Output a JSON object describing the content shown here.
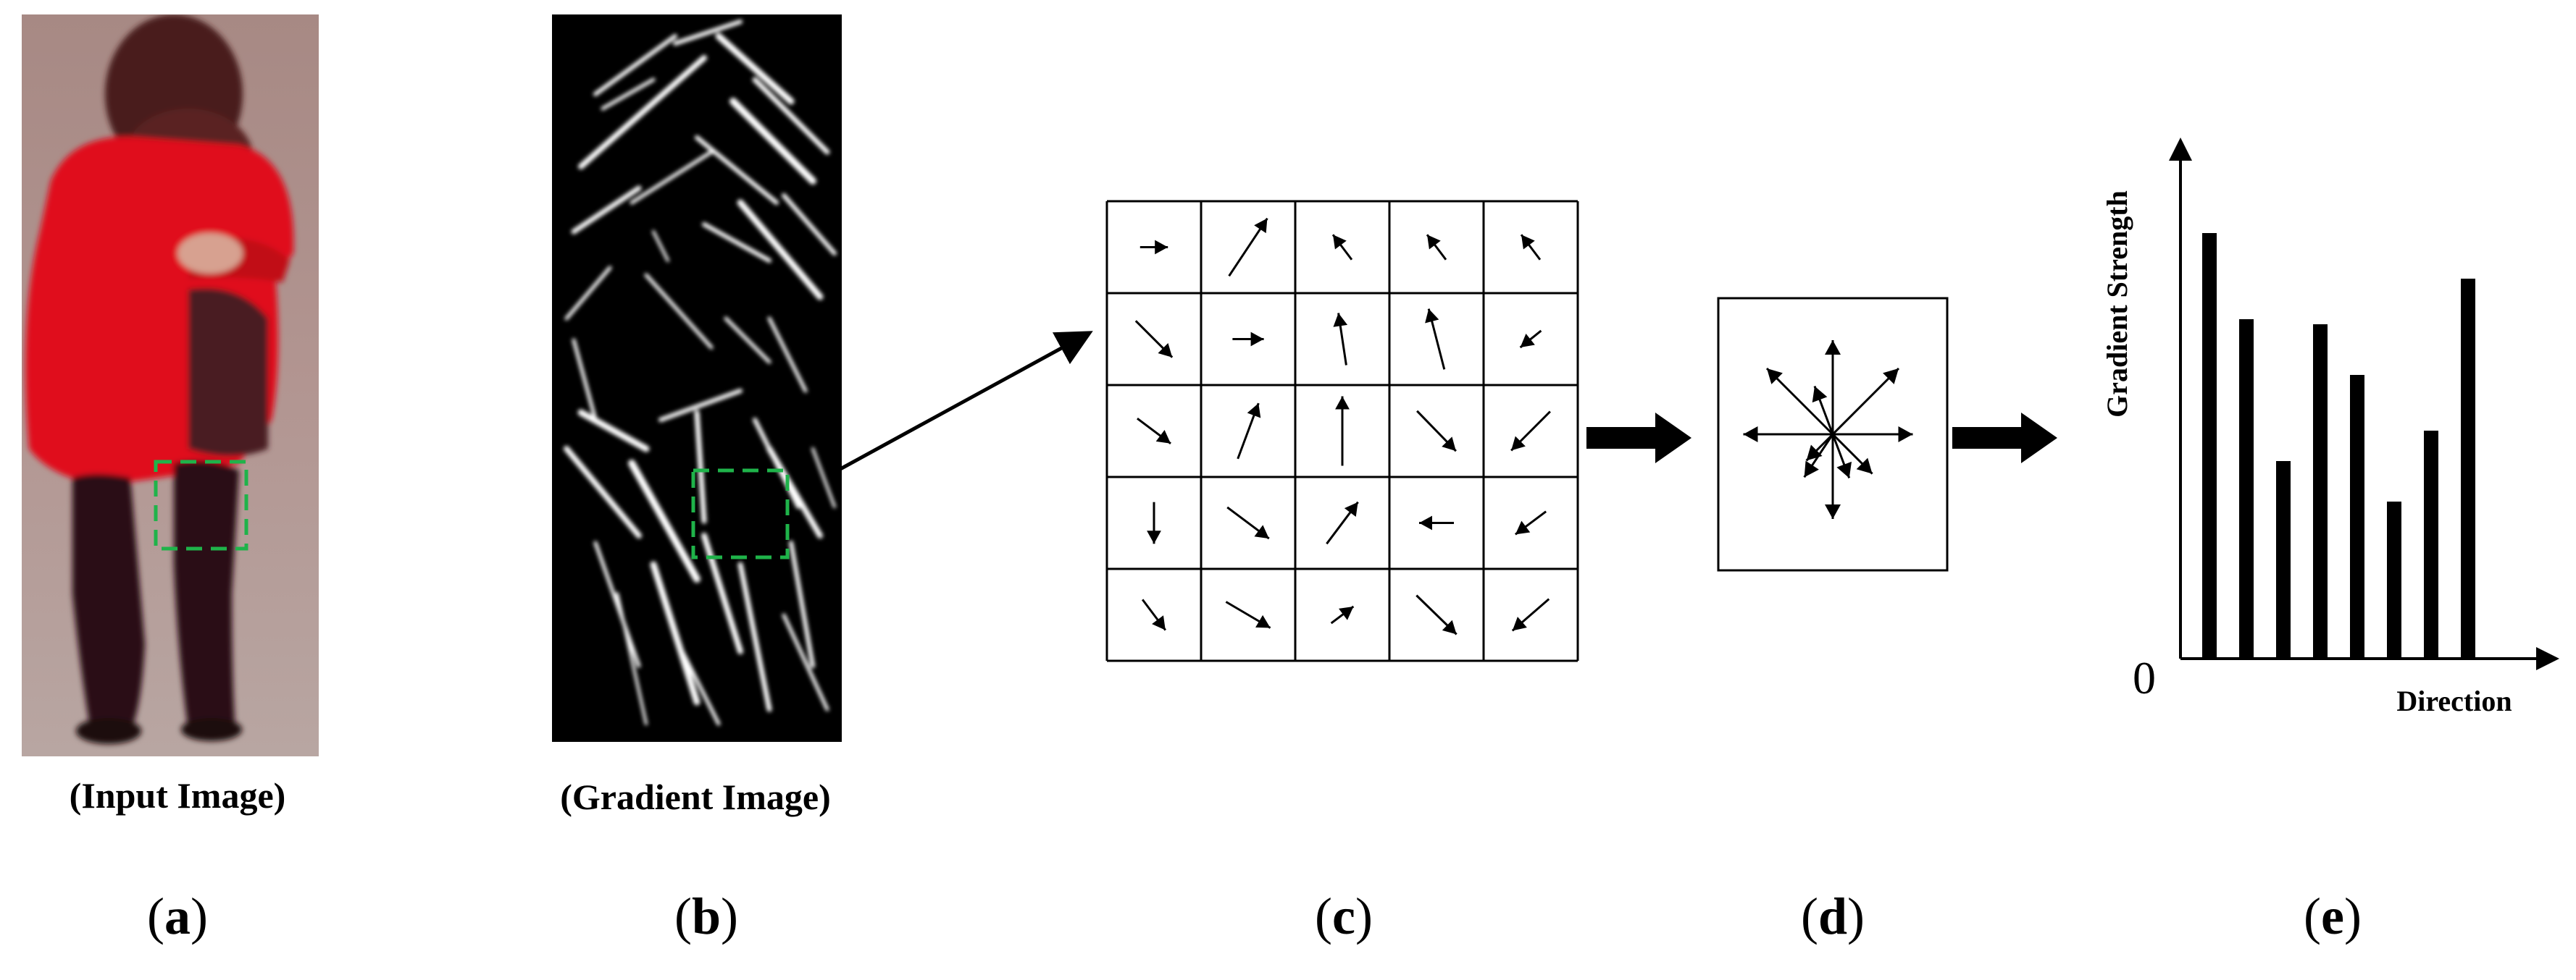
{
  "panels": {
    "a": {
      "caption": "(Input Image)",
      "letter": "a"
    },
    "b": {
      "caption": "(Gradient Image)",
      "letter": "b"
    },
    "c": {
      "letter": "c"
    },
    "d": {
      "letter": "d"
    },
    "e": {
      "letter": "e"
    }
  },
  "histogram": {
    "ylabel": "Gradient Strength",
    "xlabel": "Direction",
    "origin_label": "0"
  },
  "chart_data": {
    "type": "bar",
    "ylabel": "Gradient Strength",
    "xlabel": "Direction",
    "values": [
      0.84,
      0.67,
      0.39,
      0.66,
      0.56,
      0.31,
      0.45,
      0.75
    ],
    "ylim": [
      0,
      1
    ]
  },
  "colors": {
    "roi_box": "#1fb34a",
    "coat": "#e0101e",
    "gradient_background": "#000000",
    "arrow": "#000000"
  },
  "grid_arrows": [
    [
      [
        1,
        0,
        0.4
      ],
      [
        0.55,
        0.83,
        1
      ],
      [
        -0.6,
        0.8,
        0.45
      ],
      [
        -0.6,
        0.8,
        0.45
      ],
      [
        -0.6,
        0.8,
        0.45
      ]
    ],
    [
      [
        0.7,
        -0.7,
        0.75
      ],
      [
        1,
        0,
        0.45
      ],
      [
        -0.15,
        1,
        0.75
      ],
      [
        -0.25,
        0.97,
        0.9
      ],
      [
        -0.75,
        -0.6,
        0.4
      ]
    ],
    [
      [
        0.8,
        -0.6,
        0.6
      ],
      [
        0.35,
        0.94,
        0.85
      ],
      [
        0,
        1,
        1
      ],
      [
        0.7,
        -0.72,
        0.8
      ],
      [
        -0.7,
        -0.7,
        0.8
      ]
    ],
    [
      [
        0,
        -1,
        0.6
      ],
      [
        0.8,
        -0.6,
        0.75
      ],
      [
        0.6,
        0.8,
        0.75
      ],
      [
        -1,
        0,
        0.5
      ],
      [
        -0.8,
        -0.6,
        0.55
      ]
    ],
    [
      [
        0.6,
        -0.8,
        0.55
      ],
      [
        0.85,
        -0.5,
        0.75
      ],
      [
        0.8,
        0.6,
        0.4
      ],
      [
        0.72,
        -0.7,
        0.8
      ],
      [
        -0.75,
        -0.65,
        0.7
      ]
    ]
  ],
  "star_arrows": [
    [
      1,
      0,
      0.85
    ],
    [
      -1,
      0,
      0.95
    ],
    [
      0,
      1,
      1
    ],
    [
      0,
      -1,
      0.9
    ],
    [
      0.7,
      0.7,
      1
    ],
    [
      -0.7,
      0.7,
      1
    ],
    [
      0.7,
      -0.7,
      0.6
    ],
    [
      -0.7,
      -0.7,
      0.4
    ],
    [
      -0.35,
      0.93,
      0.55
    ],
    [
      0.35,
      -0.93,
      0.5
    ],
    [
      -0.55,
      -0.83,
      0.55
    ]
  ]
}
